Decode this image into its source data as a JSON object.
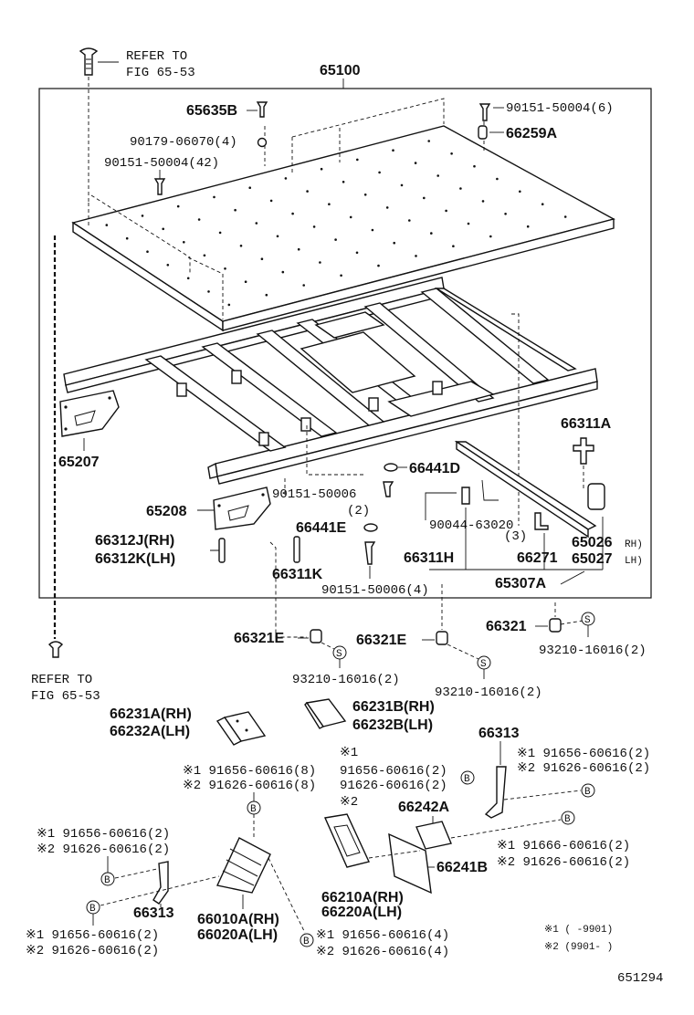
{
  "diagram": {
    "main_part": "65100",
    "refer_top": {
      "line1": "REFER TO",
      "line2": "FIG 65-53"
    },
    "refer_left": {
      "line1": "REFER TO",
      "line2": "FIG 65-53"
    },
    "labels": {
      "p65635B": "65635B",
      "p90179": "90179-06070(4)",
      "p90151_42": "90151-50004(42)",
      "p90151_6": "90151-50004(6)",
      "p66259A": "66259A",
      "p65207": "65207",
      "p66311A": "66311A",
      "p66441D": "66441D",
      "p65208": "65208",
      "p90151_2": "90151-50006",
      "p90151_2b": "(2)",
      "p66441E": "66441E",
      "p90044": "90044-63020",
      "p90044b": "(3)",
      "p66312J": "66312J(RH)",
      "p66312K": "66312K(LH)",
      "p66311K": "66311K",
      "p66311H": "66311H",
      "p66271": "66271",
      "p65026": "65026",
      "p65026rh": "RH)",
      "p65027": "65027",
      "p65027lh": "LH)",
      "p90151_4": "90151-50006(4)",
      "p65307A": "65307A",
      "p66321E_1": "66321E",
      "p66321E_2": "66321E",
      "p66321": "66321",
      "p93210_a": "93210-16016(2)",
      "p93210_b": "93210-16016(2)",
      "p93210_c": "93210-16016(2)",
      "p66231A": "66231A(RH)",
      "p66232A": "66232A(LH)",
      "p66231B": "66231B(RH)",
      "p66232B": "66232B(LH)",
      "p66313_r": "66313",
      "p66313_l": "66313",
      "p66242A": "66242A",
      "p66241B": "66241B",
      "p66210A": "66210A(RH)",
      "p66220A": "66220A(LH)",
      "p66010A": "66010A(RH)",
      "p66020A": "66020A(LH)",
      "n1_a": "※1 91656-60616(8)",
      "n2_a": "※2 91626-60616(8)",
      "n1_b": "※1",
      "n1_b2": "91656-60616(2)",
      "n2_b": "91626-60616(2)",
      "n2_b2": "※2",
      "n1_c": "※1 91656-60616(2)",
      "n2_c": "※2 91626-60616(2)",
      "n1_d": "※1 91656-60616(2)",
      "n2_d": "※2 91626-60616(2)",
      "n1_e": "※1  91666-60616(2)",
      "n2_e": "※2  91626-60616(2)",
      "n1_f": "※1 91656-60616(2)",
      "n2_f": "※2 91626-60616(2)",
      "n1_g": "※1  91656-60616(4)",
      "n2_g": "※2  91626-60616(4)",
      "legend1": "※1 (      -9901)",
      "legend2": "※2 (9901-      )",
      "fig_code": "651294"
    },
    "circle_letters": {
      "s": "S",
      "b": "B"
    }
  }
}
